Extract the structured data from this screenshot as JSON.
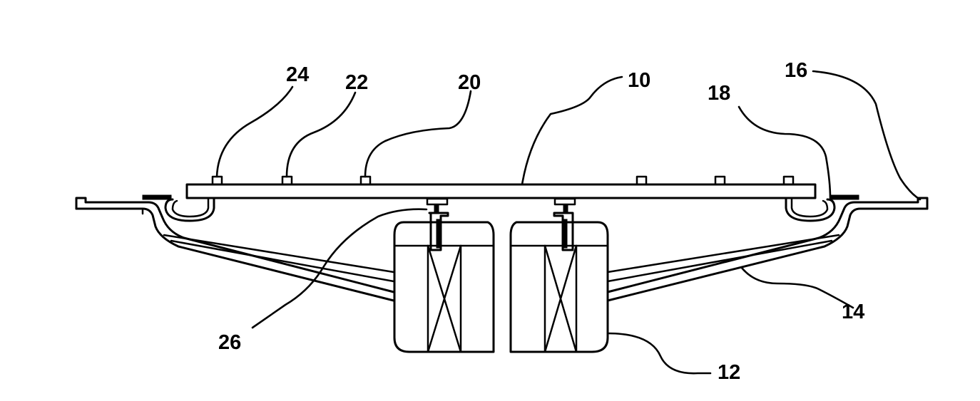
{
  "figure": {
    "reference_numerals": {
      "n10": "10",
      "n12": "12",
      "n14": "14",
      "n16": "16",
      "n18": "18",
      "n20": "20",
      "n22": "22",
      "n24": "24",
      "n26": "26"
    }
  },
  "colors": {
    "ink": "#000000",
    "background": "#ffffff"
  }
}
